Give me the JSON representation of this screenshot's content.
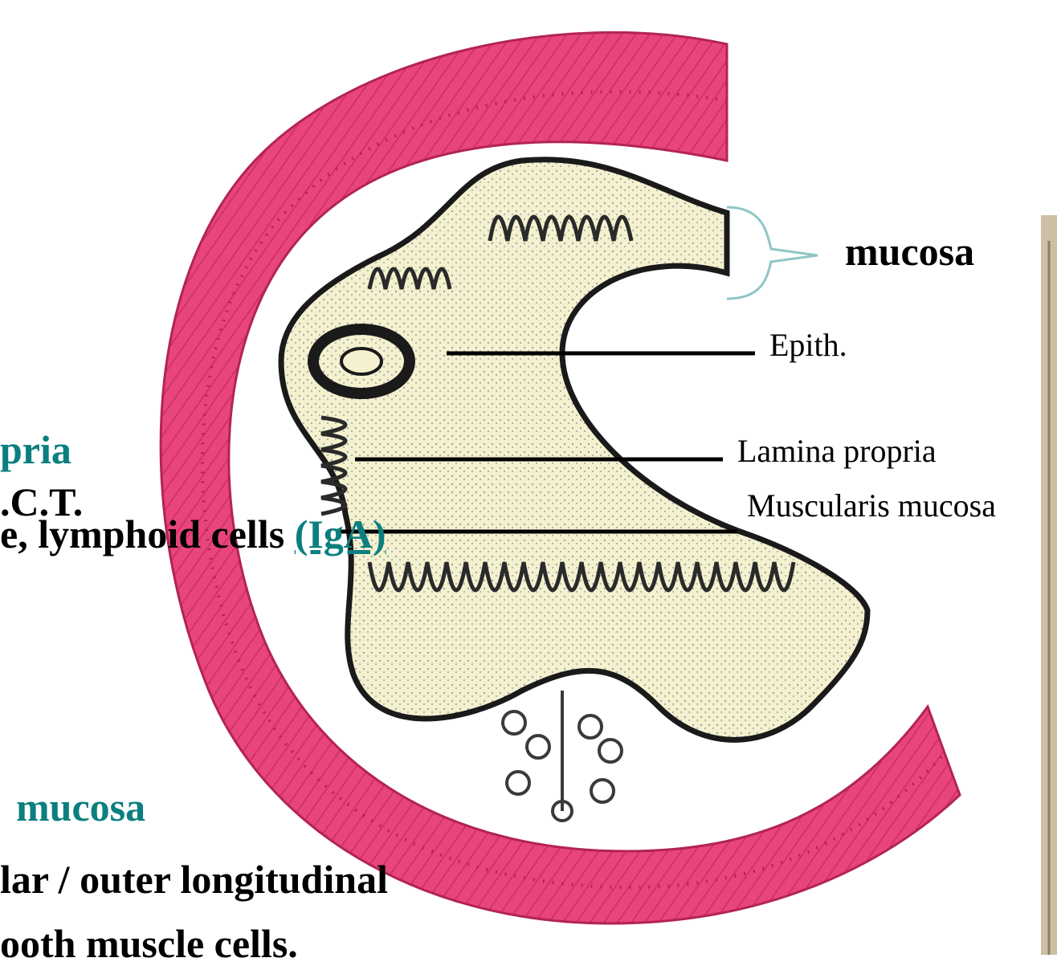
{
  "labels": {
    "mucosa": "mucosa",
    "epith": "Epith.",
    "lamina_propria": "Lamina propria",
    "muscularis_mucosa": "Muscularis mucosa"
  },
  "left_notes": {
    "line1": "pria",
    "line2": ".C.T.",
    "line3_a": "e, lymphoid cells",
    "line3_b": "(IgA)",
    "line4": "mucosa",
    "line5": "lar / outer longitudinal",
    "line6": "ooth muscle cells."
  },
  "colors": {
    "muscle_pink": "#e8457a",
    "mucosa_cream": "#f5f1cf",
    "accent_teal": "#0b7f7f",
    "brace": "#8fc6c6"
  }
}
